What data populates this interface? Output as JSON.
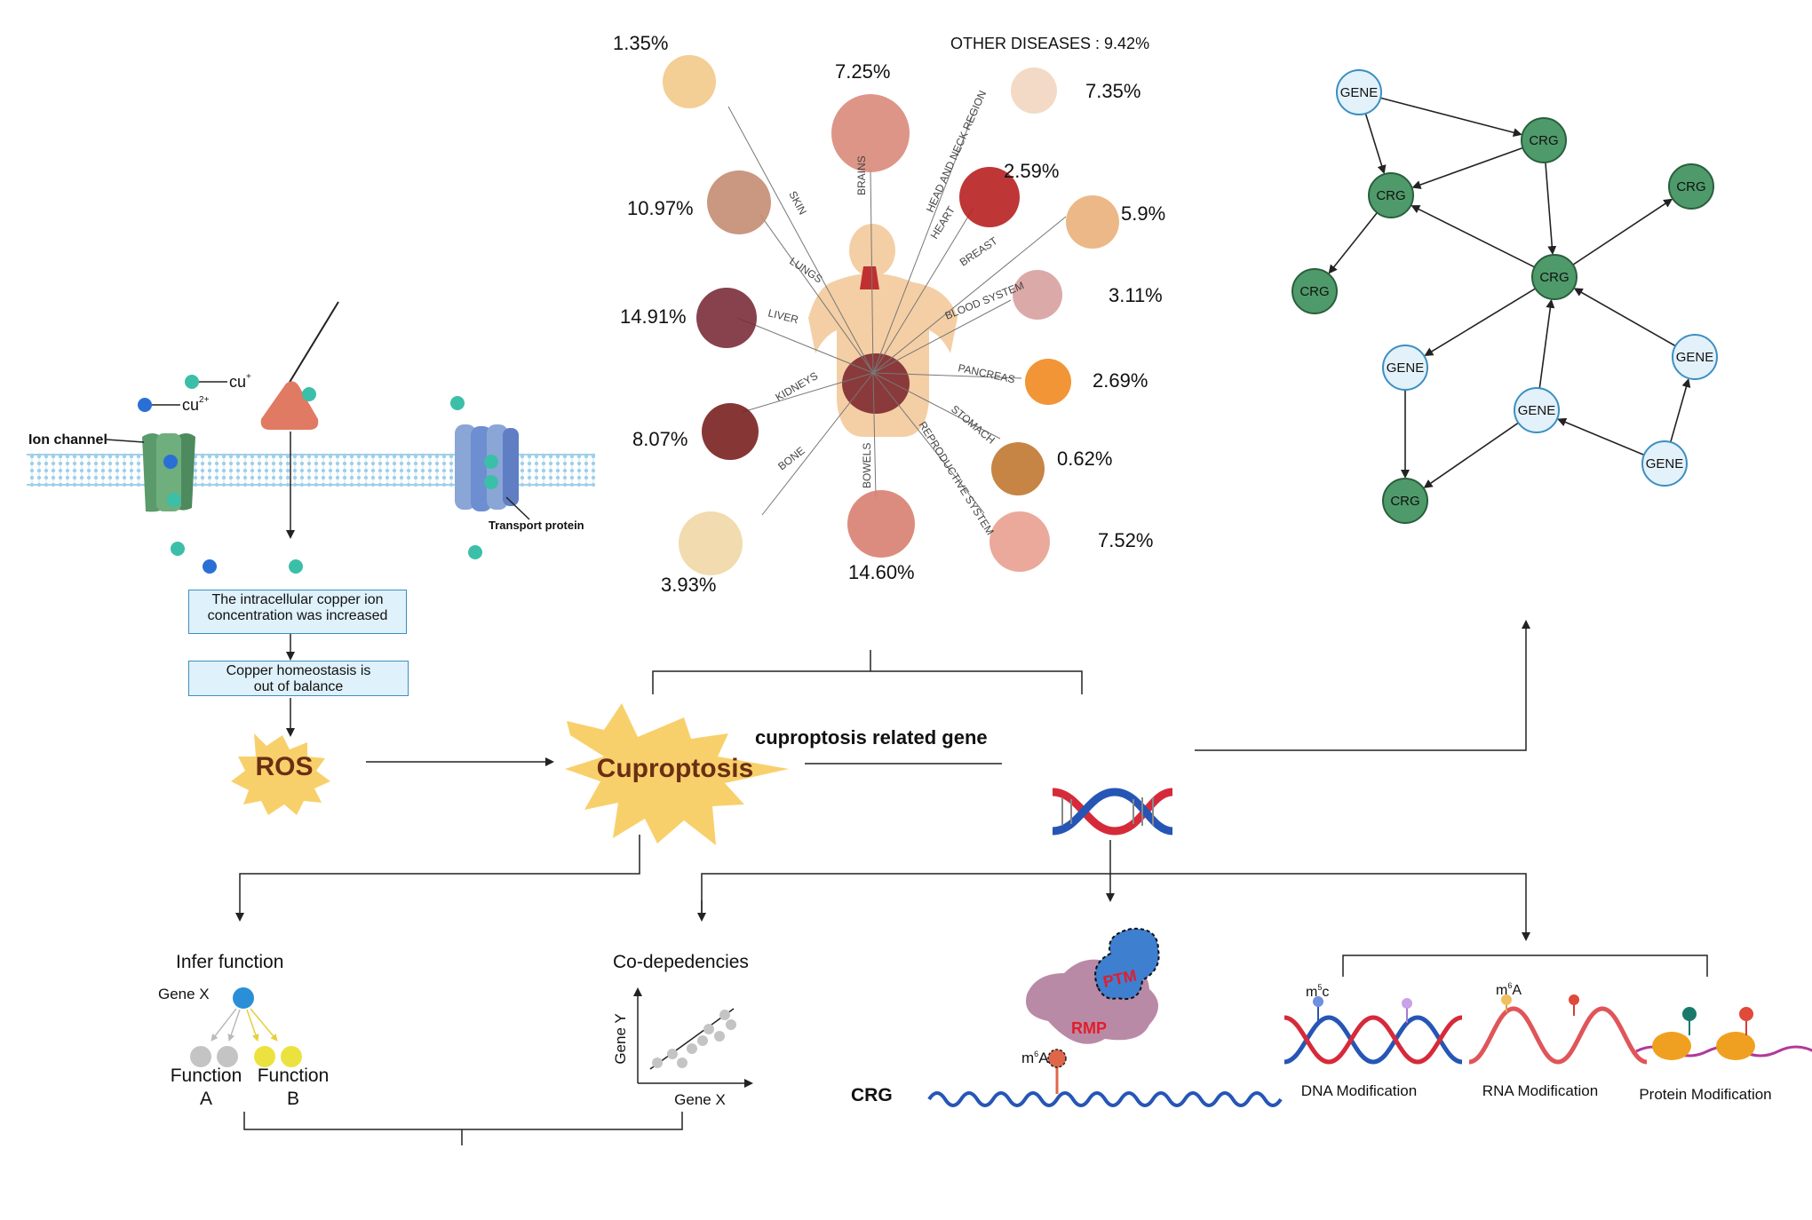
{
  "ion": {
    "cu_plus": "cu",
    "cu_plus_sup": "+",
    "cu_2plus": "cu",
    "cu_2plus_sup": "2+",
    "ion_channel": "Ion channel",
    "transport_protein": "Transport protein"
  },
  "boxes": {
    "copper_increase_line1": "The intracellular copper ion",
    "copper_increase_line2": "concentration was increased",
    "homeostasis_line1": "Copper homeostasis is",
    "homeostasis_line2": "out of balance"
  },
  "ros": "ROS",
  "cuproptosis": "Cuproptosis",
  "crg_title": "cuproptosis related gene",
  "organs": {
    "other_diseases": "OTHER DISEASES : 9.42%",
    "items": [
      {
        "name": "SKIN",
        "pct": "1.35%"
      },
      {
        "name": "BRAINS",
        "pct": "7.25%"
      },
      {
        "name": "HEAD AND NECK REGION",
        "pct": "7.35%"
      },
      {
        "name": "HEART",
        "pct": "2.59%"
      },
      {
        "name": "LUNGS",
        "pct": "10.97%"
      },
      {
        "name": "BREAST",
        "pct": "5.9%"
      },
      {
        "name": "LIVER",
        "pct": "14.91%"
      },
      {
        "name": "BLOOD SYSTEM",
        "pct": "3.11%"
      },
      {
        "name": "PANCREAS",
        "pct": "2.69%"
      },
      {
        "name": "KIDNEYS",
        "pct": "8.07%"
      },
      {
        "name": "STOMACH",
        "pct": "0.62%"
      },
      {
        "name": "BONE",
        "pct": "3.93%"
      },
      {
        "name": "BOWELS",
        "pct": "14.60%"
      },
      {
        "name": "REPRODUCTIVE SYSTEM",
        "pct": "7.52%"
      }
    ]
  },
  "network": {
    "gene_label": "GENE",
    "crg_label": "CRG"
  },
  "infer": {
    "title": "Infer function",
    "gene_x": "Gene X",
    "func_a_line1": "Function",
    "func_a_line2": "A",
    "func_b_line1": "Function",
    "func_b_line2": "B"
  },
  "codep": {
    "title": "Co-depedencies",
    "xlabel": "Gene X",
    "ylabel": "Gene Y"
  },
  "crg_bottom": {
    "label": "CRG",
    "ptm": "PTM",
    "rmp": "RMP",
    "m6a": "m",
    "m6a_sup": "6",
    "m6a_tail": "A"
  },
  "modifications": {
    "dna_mark": "m",
    "dna_mark_sup": "5",
    "dna_mark_tail": "c",
    "rna_mark": "m",
    "rna_mark_sup": "6",
    "rna_mark_tail": "A",
    "dna": "DNA Modification",
    "rna": "RNA Modification",
    "protein": "Protein Modification"
  },
  "colors": {
    "gene_fill": "#e3f1fa",
    "gene_stroke": "#3b8fc2",
    "crg_fill": "#4f9a6a",
    "crg_stroke": "#2a5f3d",
    "star": "#f8d06b",
    "ros_text": "#6b2e12",
    "membrane": "#8fc9e6",
    "cu_plus_ion": "#3bbfa8",
    "cu_2plus_ion": "#2a6fd6",
    "dna_red": "#d62a3a",
    "dna_blue": "#2656b5"
  }
}
